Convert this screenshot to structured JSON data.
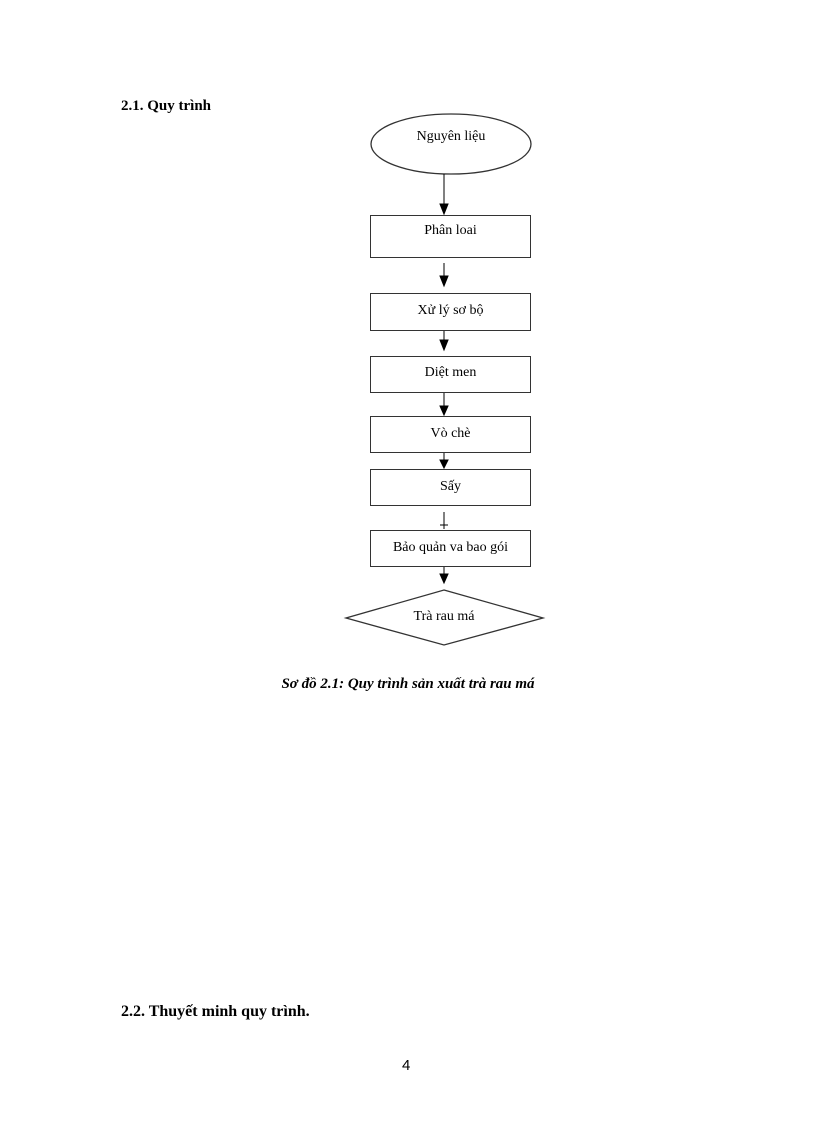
{
  "headings": {
    "section_1": "2.1. Quy trình",
    "section_2": "2.2. Thuyết  minh quy trình."
  },
  "flowchart": {
    "start": "Nguyên liệu",
    "steps": [
      "Phân loai",
      "Xử lý sơ bộ",
      "Diệt men",
      "Vò chè",
      "Sấy",
      "Bảo quản va bao gói"
    ],
    "end": "Trà rau má"
  },
  "caption": "Sơ đồ 2.1: Quy  trình sản xuất trà rau má",
  "page_number": "4"
}
